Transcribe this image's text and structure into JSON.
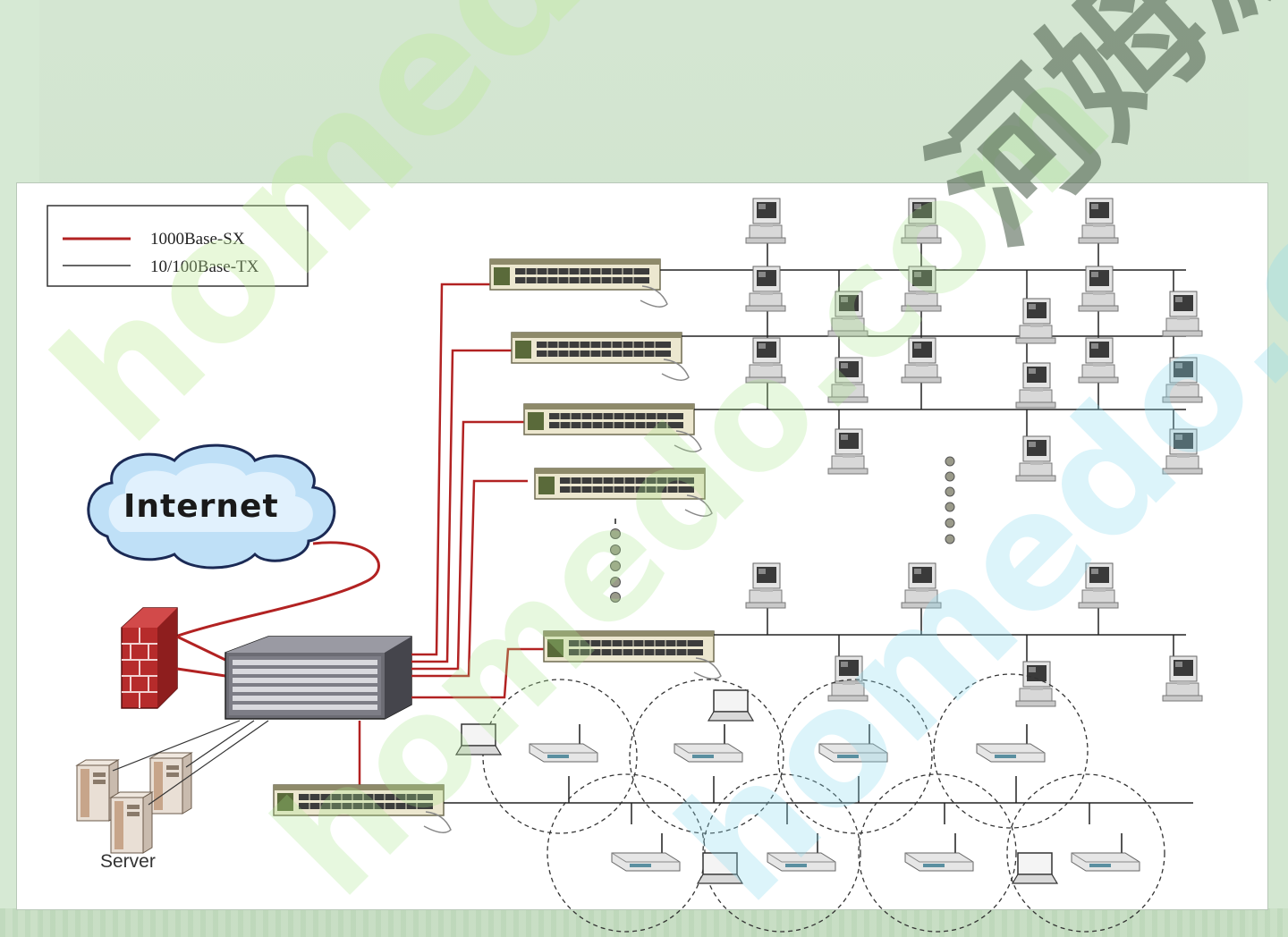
{
  "legend": {
    "items": [
      {
        "label": "1000Base-SX",
        "color": "#b22222"
      },
      {
        "label": "10/100Base-TX",
        "color": "#333333"
      }
    ]
  },
  "cloud": {
    "label": "Internet"
  },
  "server": {
    "label": "Server"
  },
  "watermarks": [
    "homedo.com",
    "homedo.com",
    "homedo.com",
    "河姆渡"
  ],
  "colors": {
    "fiber": "#b22222",
    "copper": "#222222",
    "background": "#cfe3cf"
  }
}
